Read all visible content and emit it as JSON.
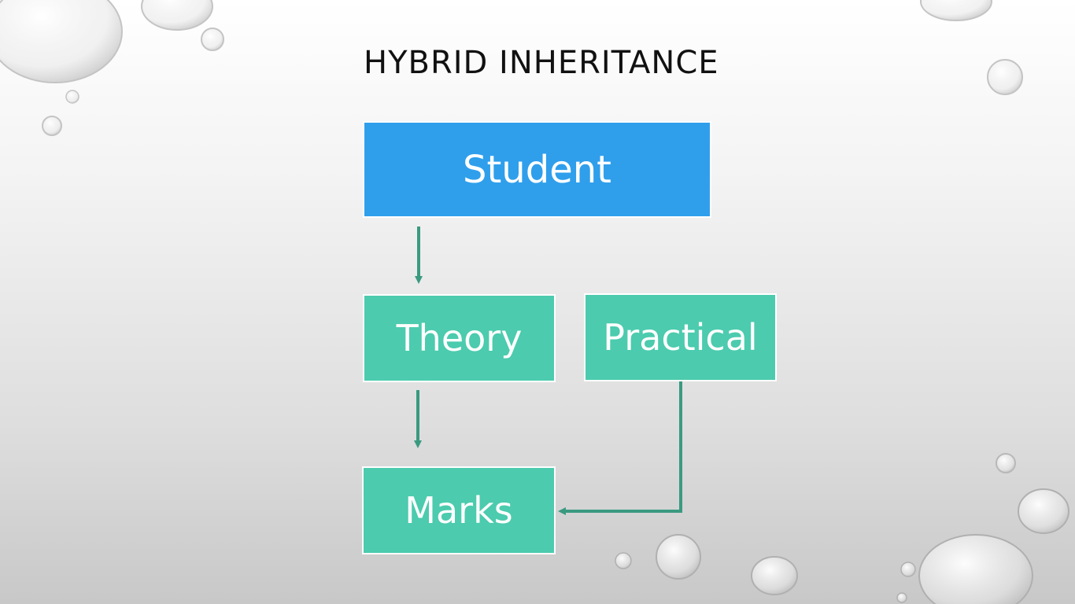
{
  "slide": {
    "title": "HYBRID INHERITANCE"
  },
  "diagram": {
    "nodes": {
      "student": "Student",
      "theory": "Theory",
      "practical": "Practical",
      "marks": "Marks"
    },
    "edges": [
      {
        "from": "Student",
        "to": "Theory"
      },
      {
        "from": "Theory",
        "to": "Marks"
      },
      {
        "from": "Practical",
        "to": "Marks"
      }
    ]
  },
  "colors": {
    "parent_box": "#2f9fec",
    "child_box": "#4ccbae",
    "connector": "#3a9a80",
    "title_text": "#111111"
  }
}
